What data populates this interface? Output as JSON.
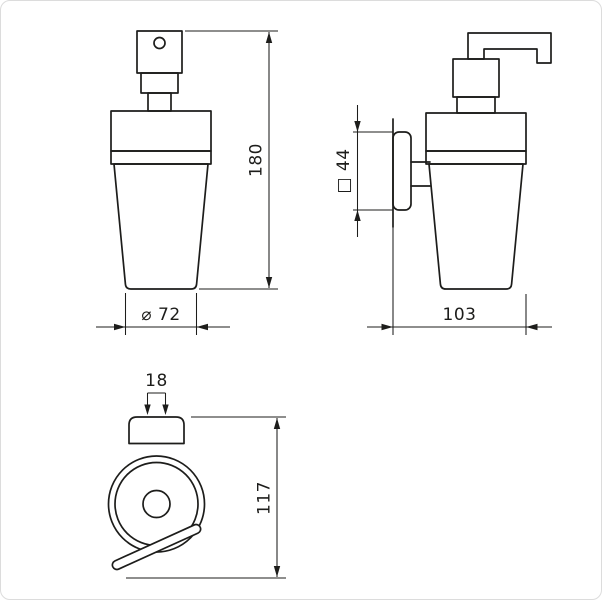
{
  "colors": {
    "line": "#1d1d1b",
    "background": "#ffffff"
  },
  "dimensions": {
    "front_height": "180",
    "front_diameter": "⌀ 72",
    "side_rosette": "□ 44",
    "side_depth": "103",
    "mount_tab_width": "18",
    "mount_height": "117"
  }
}
